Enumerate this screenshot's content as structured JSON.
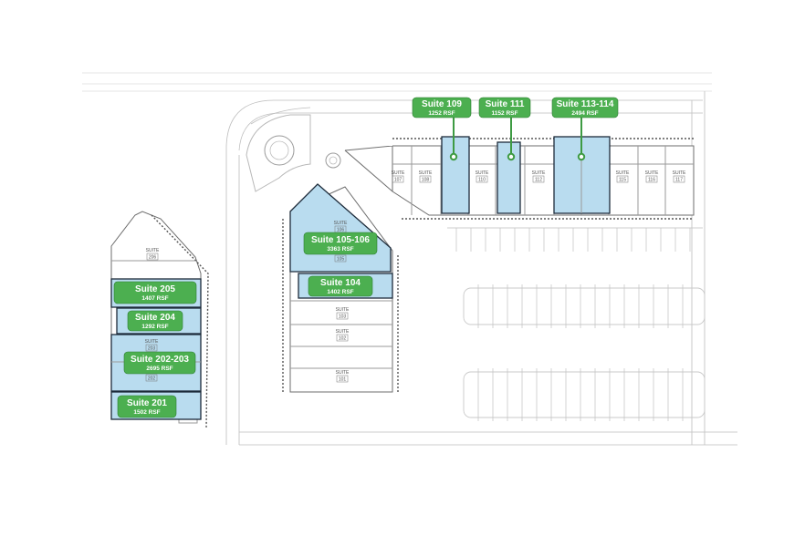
{
  "callouts_top": [
    {
      "name": "Suite 109",
      "area": "1252 RSF"
    },
    {
      "name": "Suite 111",
      "area": "1152 RSF"
    },
    {
      "name": "Suite 113-114",
      "area": "2494 RSF"
    }
  ],
  "callouts_main": [
    {
      "name": "Suite 105-106",
      "area": "3363 RSF"
    },
    {
      "name": "Suite 104",
      "area": "1402 RSF"
    }
  ],
  "callouts_left": [
    {
      "name": "Suite 205",
      "area": "1407 RSF"
    },
    {
      "name": "Suite 204",
      "area": "1292 RSF"
    },
    {
      "name": "Suite 202-203",
      "area": "2695 RSF"
    },
    {
      "name": "Suite 201",
      "area": "1502 RSF"
    }
  ],
  "unit_word": "SUITE",
  "units_top": [
    "107",
    "108",
    "109",
    "110",
    "111",
    "112",
    "113",
    "114",
    "115",
    "116",
    "117"
  ],
  "units_main": [
    "106",
    "105",
    "104",
    "103",
    "102",
    "101"
  ],
  "units_left": [
    "206",
    "203",
    "202"
  ],
  "colors": {
    "callout_green": "#4caf50",
    "suite_highlight": "#b9dcef",
    "outline": "#1d2b3a"
  }
}
